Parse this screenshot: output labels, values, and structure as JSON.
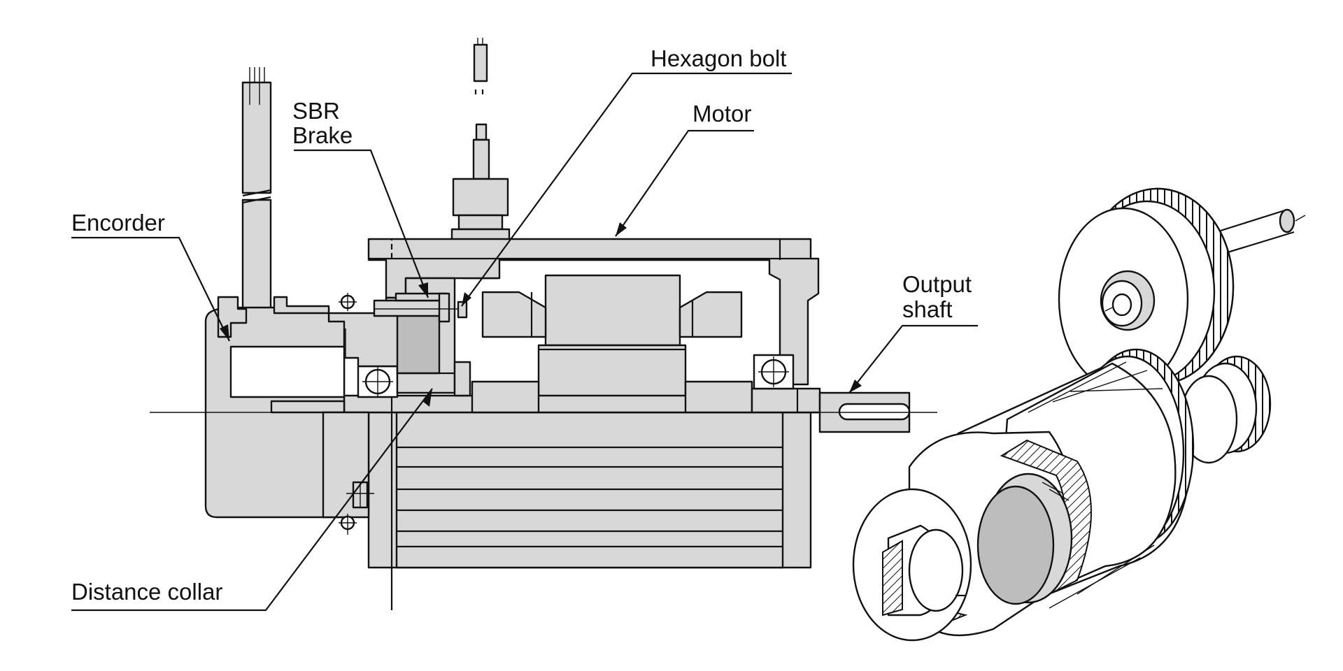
{
  "labels": {
    "hexagon_bolt": "Hexagon bolt",
    "sbr_line1": "SBR",
    "sbr_line2": "Brake",
    "motor": "Motor",
    "encorder": "Encorder",
    "output_line1": "Output",
    "output_line2": "shaft",
    "distance_collar": "Distance collar"
  },
  "colors": {
    "part_fill": "#d8d8d8",
    "line": "#111111",
    "background": "#ffffff"
  }
}
